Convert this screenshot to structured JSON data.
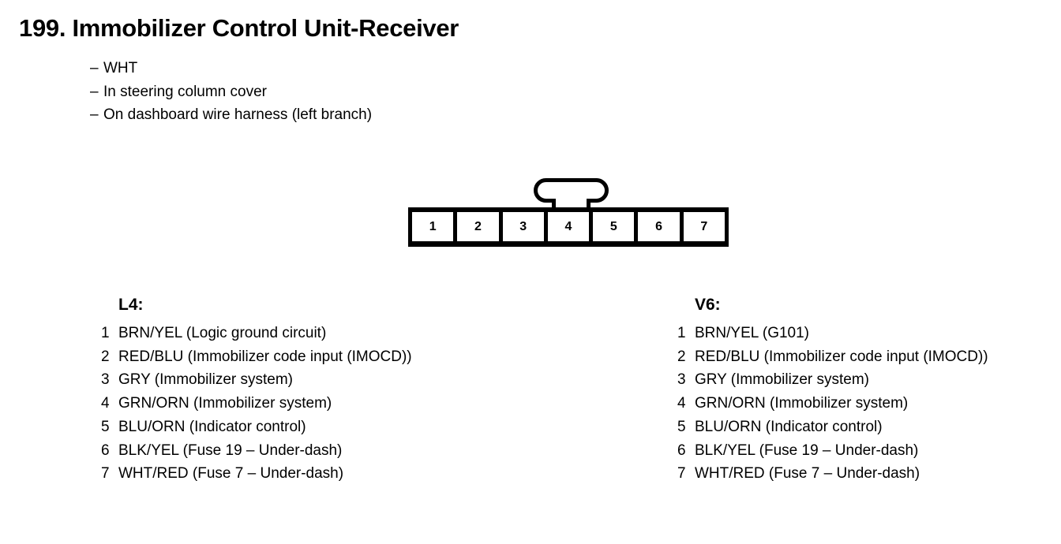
{
  "header": {
    "title": "199. Immobilizer Control Unit-Receiver",
    "bullet_mark": "–",
    "bullets": [
      "WHT",
      "In steering column cover",
      "On dashboard wire harness (left branch)"
    ]
  },
  "connector": {
    "pins": [
      "1",
      "2",
      "3",
      "4",
      "5",
      "6",
      "7"
    ],
    "tab_position_pin": "4",
    "outline_color": "#000000",
    "fill_color": "#ffffff"
  },
  "legends": [
    {
      "heading": "L4:",
      "rows": [
        {
          "pin": "1",
          "text": "BRN/YEL (Logic ground circuit)"
        },
        {
          "pin": "2",
          "text": "RED/BLU (Immobilizer code input (IMOCD))"
        },
        {
          "pin": "3",
          "text": "GRY (Immobilizer system)"
        },
        {
          "pin": "4",
          "text": "GRN/ORN (Immobilizer system)"
        },
        {
          "pin": "5",
          "text": "BLU/ORN (Indicator control)"
        },
        {
          "pin": "6",
          "text": "BLK/YEL (Fuse 19 – Under-dash)"
        },
        {
          "pin": "7",
          "text": "WHT/RED (Fuse 7 – Under-dash)"
        }
      ]
    },
    {
      "heading": "V6:",
      "rows": [
        {
          "pin": "1",
          "text": "BRN/YEL (G101)"
        },
        {
          "pin": "2",
          "text": "RED/BLU (Immobilizer code input (IMOCD))"
        },
        {
          "pin": "3",
          "text": "GRY (Immobilizer system)"
        },
        {
          "pin": "4",
          "text": "GRN/ORN (Immobilizer system)"
        },
        {
          "pin": "5",
          "text": "BLU/ORN (Indicator control)"
        },
        {
          "pin": "6",
          "text": "BLK/YEL (Fuse 19 – Under-dash)"
        },
        {
          "pin": "7",
          "text": "WHT/RED (Fuse 7 – Under-dash)"
        }
      ]
    }
  ]
}
